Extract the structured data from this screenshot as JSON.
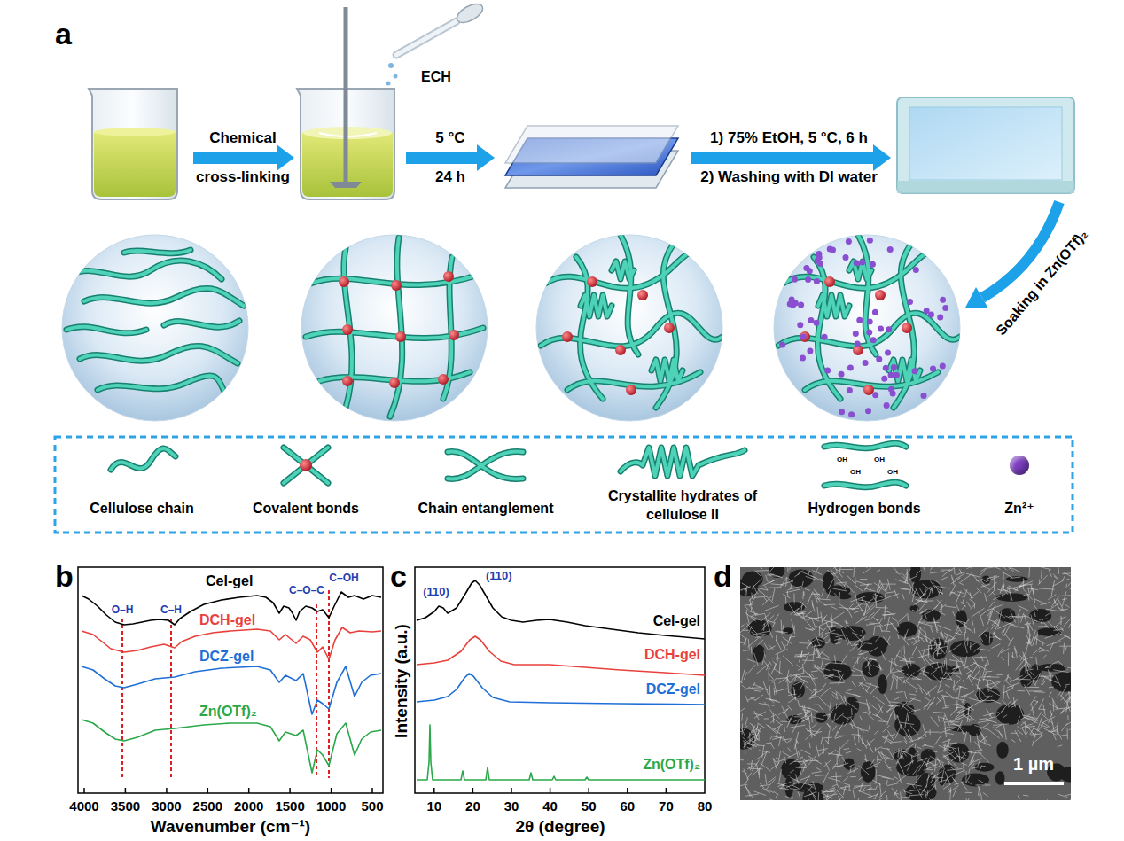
{
  "diagram": {
    "labels": [
      "a",
      "Chemical cross-linking",
      "ECH",
      "5 °C",
      "24 h",
      "1) 75% EtOH, 5 °C, 6 h",
      "2) Washing with DI water",
      "Soaking in Zn(OTf)₂",
      "OH",
      "OH",
      "OH",
      "OH",
      "b",
      "O–H",
      "C–H",
      "C–O–C",
      "C–OH",
      "Cel-gel",
      "DCH-gel",
      "DCZ-gel",
      "Zn(OTf)₂",
      "4000",
      "3500",
      "3000",
      "2500",
      "2000",
      "1500",
      "1000",
      "500",
      "Wavenumber (cm⁻¹)",
      "c",
      "(11̄0)",
      "(110)",
      "Intensity (a.u.)",
      "Cel-gel",
      "DCH-gel",
      "DCZ-gel",
      "Zn(OTf)₂",
      "10",
      "20",
      "30",
      "40",
      "50",
      "60",
      "70",
      "80",
      "2θ (degree)",
      "d",
      "1 µm"
    ],
    "legend": [
      {
        "text": "Cellulose chain"
      },
      {
        "text": "Covalent bonds"
      },
      {
        "text": "Chain entanglement"
      },
      {
        "text": "Crystallite hydrates of cellulose II"
      },
      {
        "text": "Hydrogen bonds"
      },
      {
        "text": "Zn²⁺",
        "color": "#7d3fc2"
      }
    ]
  }
}
